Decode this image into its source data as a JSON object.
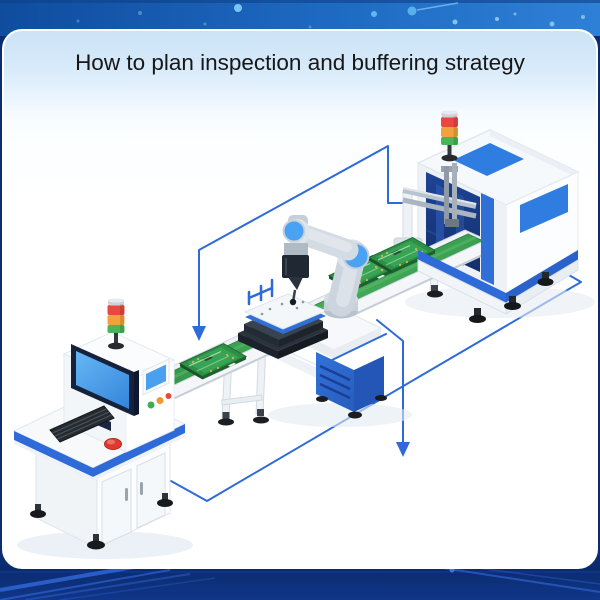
{
  "header": {
    "title": "How to plan inspection and buffering strategy"
  },
  "theme": {
    "banner_blue_dark": "#0f4c9e",
    "banner_blue": "#2e80d6",
    "panel_tint": "#d6eaf9",
    "panel_bg": "#ffffff",
    "footer_navy": "#0a2a6b",
    "flow_line_blue": "#2e6bd8",
    "accent_blue": "#2f6fd6",
    "machine_panel_blue": "#2f7de1",
    "machine_white": "#f2f5f8",
    "belt_green": "#3da052",
    "pcb_green": "#2e8f47",
    "tower_red": "#e8483f",
    "tower_amber": "#f2a23c",
    "tower_green": "#4cb356",
    "mouse_red": "#e03a30"
  },
  "scene": {
    "description": "Isometric PCB production line with inspection and buffering flow arrows",
    "components": [
      {
        "name": "operator-workstation",
        "parts": [
          "signal-tower",
          "monitor",
          "side-display",
          "status-buttons",
          "keyboard",
          "mouse",
          "cabinet"
        ]
      },
      {
        "name": "conveyor",
        "pcb_boards": 3
      },
      {
        "name": "collaborative-robot",
        "parts": [
          "arm",
          "gripper",
          "pedestal",
          "test-fixture",
          "measurement-marks"
        ]
      },
      {
        "name": "inspection-machine",
        "parts": [
          "signal-tower",
          "gantry-rails",
          "tunnel-opening",
          "leveling-feet"
        ]
      }
    ],
    "flow_arrows": [
      {
        "name": "buffer-drop-arrow",
        "direction": "down"
      },
      {
        "name": "robot-drop-arrow",
        "direction": "down"
      }
    ]
  }
}
